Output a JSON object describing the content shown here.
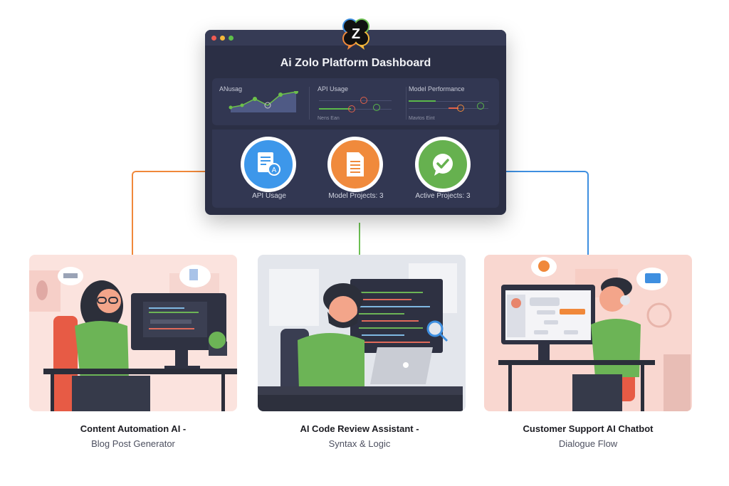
{
  "dashboard": {
    "title": "Ai Zolo Platform Dashboard",
    "logo_letter": "Z",
    "metrics": [
      {
        "label": "ANusag",
        "type": "line-chart"
      },
      {
        "label": "API Usage",
        "sub": "Nens Ean"
      },
      {
        "label": "Model Performance",
        "sub": "Mavtos Eint"
      }
    ],
    "stats": [
      {
        "label": "API Usage",
        "icon": "document-api-icon",
        "color": "#3d97ea"
      },
      {
        "label": "Model Projects: 3",
        "icon": "document-icon",
        "color": "#f08a3c"
      },
      {
        "label": "Active Projects: 3",
        "icon": "chat-check-icon",
        "color": "#66b14f"
      }
    ]
  },
  "colors": {
    "orange": "#f0883a",
    "green": "#6cbf52",
    "blue": "#3e8fe0",
    "window_bg": "#2b2f45"
  },
  "cards": [
    {
      "title": "Content Automation AI -",
      "subtitle": "Blog Post Generator",
      "bg": "#fbe3de"
    },
    {
      "title": "AI Code Review Assistant -",
      "subtitle": "Syntax & Logic",
      "bg": "#e3e6ec"
    },
    {
      "title": "Customer Support AI Chatbot",
      "subtitle": "Dialogue Flow",
      "bg": "#f9d7d0"
    }
  ]
}
